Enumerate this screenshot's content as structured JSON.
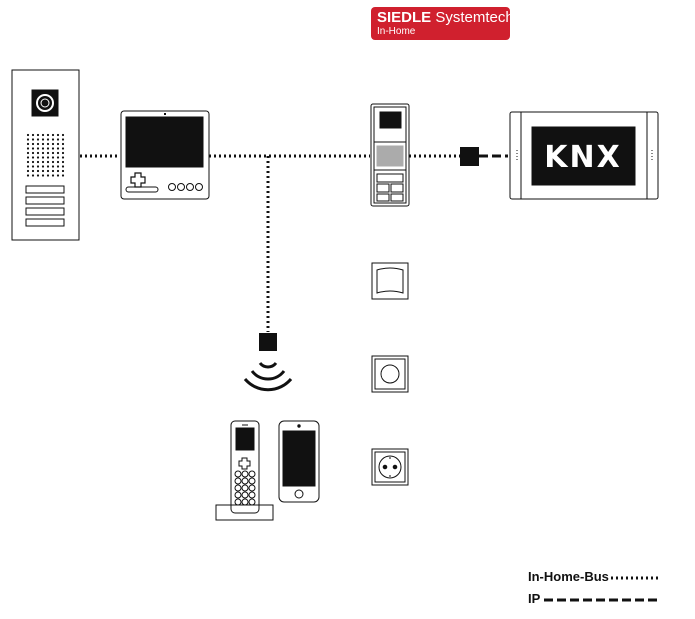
{
  "brand": {
    "name": "SIEDLE",
    "product": "Systemtechnik",
    "subtitle": "In-Home",
    "color": "#d0202e"
  },
  "knx_logo": "KNX",
  "legend": {
    "bus": "In-Home-Bus",
    "ip": "IP"
  },
  "devices": [
    {
      "icon": "door-station-icon"
    },
    {
      "icon": "video-monitor-icon"
    },
    {
      "icon": "audio-intercom-panel-icon"
    },
    {
      "icon": "knx-gateway-icon"
    },
    {
      "icon": "wireless-transmitter-icon"
    },
    {
      "icon": "dect-handset-icon"
    },
    {
      "icon": "smartphone-icon"
    },
    {
      "icon": "rocker-switch-icon"
    },
    {
      "icon": "round-button-icon"
    },
    {
      "icon": "socket-outlet-icon"
    }
  ]
}
